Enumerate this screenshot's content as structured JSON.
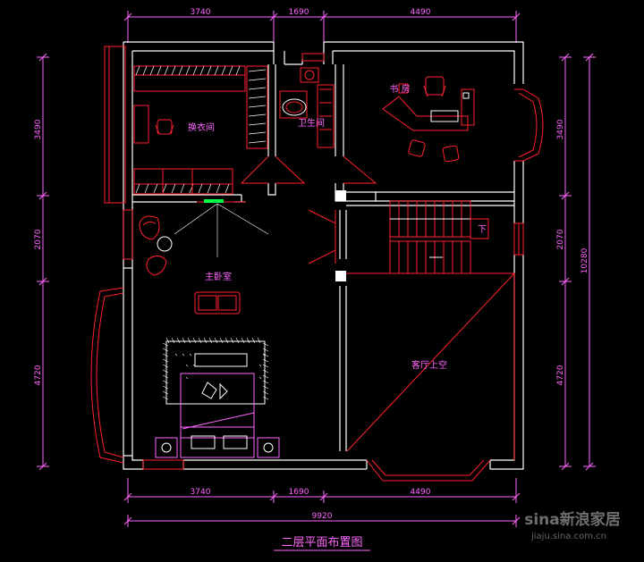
{
  "drawing": {
    "title": "二层平面布置图",
    "rooms": {
      "dressing": "换衣间",
      "bathroom": "卫生间",
      "study": "书  房",
      "master_bedroom": "主卧室",
      "living_void": "客厅上空",
      "stair_down": "下"
    },
    "dimensions": {
      "top": [
        "3740",
        "1690",
        "4490"
      ],
      "bottom": [
        "3740",
        "1690",
        "4490"
      ],
      "total_width": "9920",
      "left": [
        "3490",
        "2070",
        "4720"
      ],
      "right": [
        "3490",
        "2070",
        "4720"
      ],
      "total_height": "10280"
    }
  },
  "watermark": {
    "brand": "sina新浪家居",
    "url": "jiaju.sina.com.cn"
  },
  "colors": {
    "wall": "#ffffff",
    "furniture": "#ff2030",
    "dimension": "#ff66ff",
    "background": "#000000"
  }
}
